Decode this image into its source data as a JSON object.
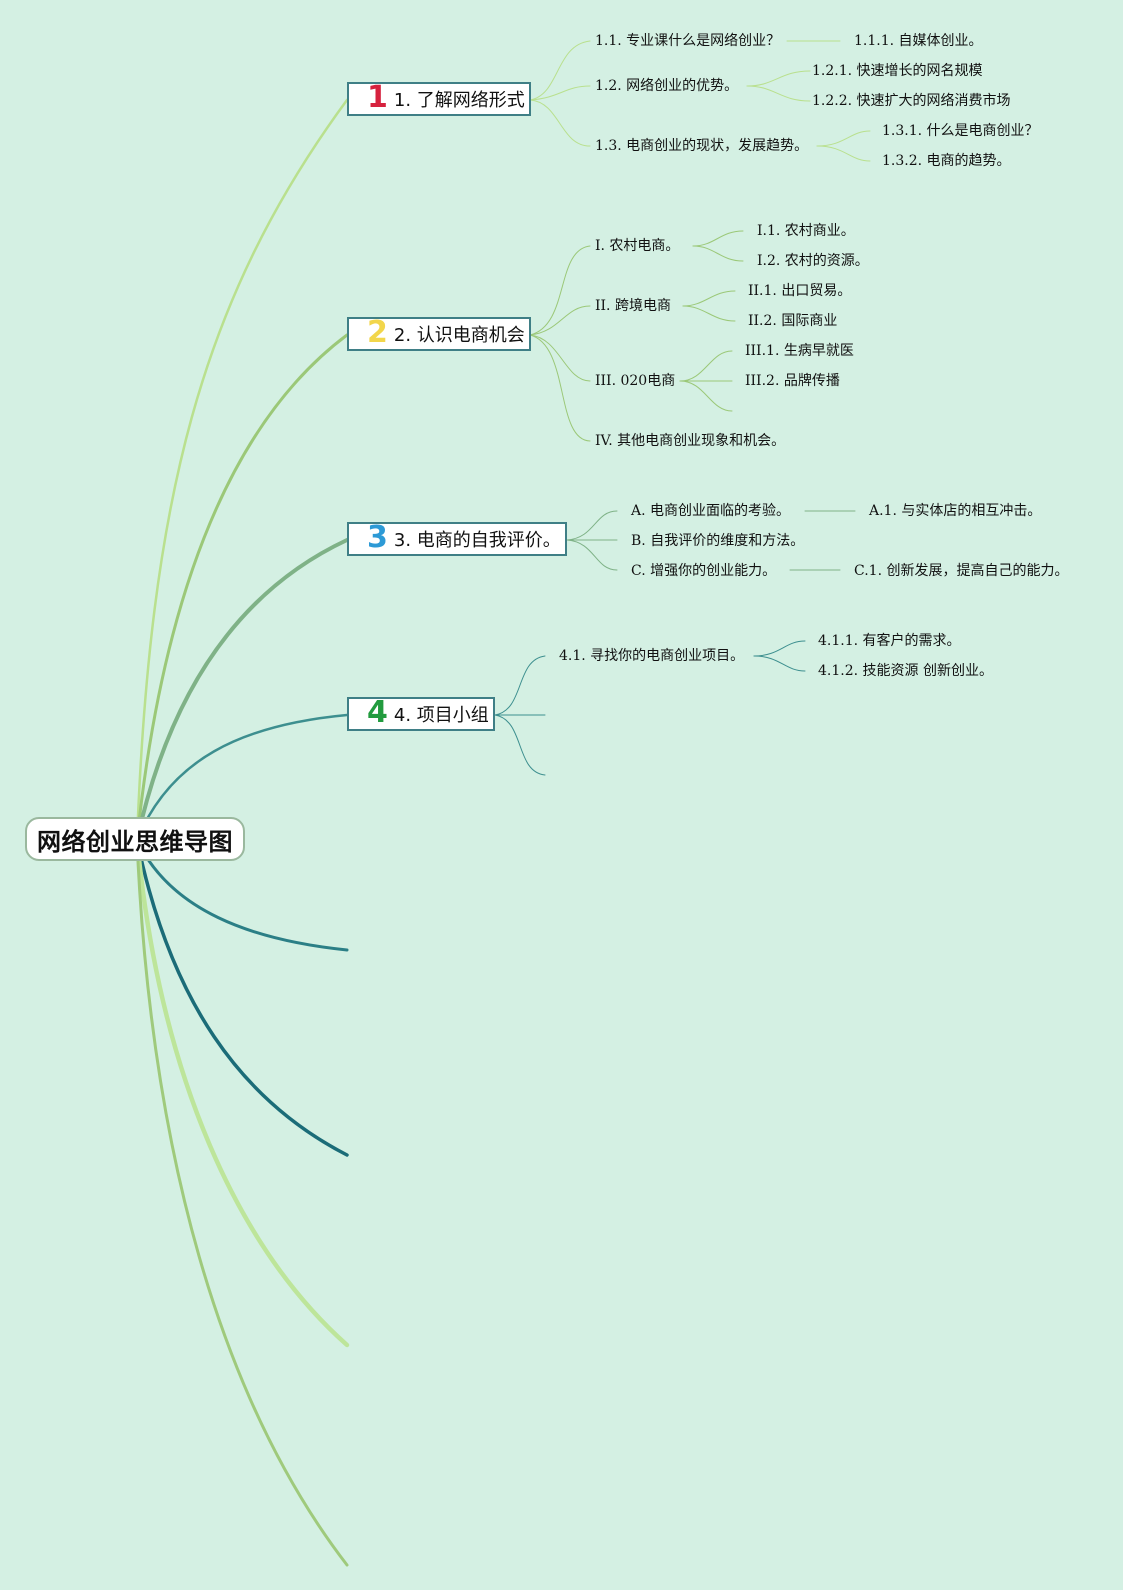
{
  "root": "网络创业思维导图",
  "colors": {
    "background": "#d4f0e3",
    "branch_1": "#b9e08e",
    "branch_2": "#9bc878",
    "branch_3": "#7fb287",
    "branch_4": "#3d8f8f",
    "branch_5": "#2b7f86",
    "branch_6": "#1b6c78",
    "branch_7": "#bde59a",
    "branch_8": "#9fca7c",
    "num_1": "#d6223e",
    "num_2": "#f2d64b",
    "num_3": "#2d9ad6",
    "num_4": "#229b3e"
  },
  "topics": [
    {
      "num": "1",
      "label": "1. 了解网络形式",
      "children": [
        {
          "label": "1.1. 专业课什么是网络创业？",
          "children": [
            "1.1.1. 自媒体创业。"
          ]
        },
        {
          "label": "1.2. 网络创业的优势。",
          "children": [
            "1.2.1. 快速增长的网名规模",
            "1.2.2. 快速扩大的网络消费市场"
          ]
        },
        {
          "label": "1.3. 电商创业的现状，发展趋势。",
          "children": [
            "1.3.1. 什么是电商创业？",
            "1.3.2. 电商的趋势。"
          ]
        }
      ]
    },
    {
      "num": "2",
      "label": "2. 认识电商机会",
      "children": [
        {
          "label": "I. 农村电商。",
          "children": [
            "I.1. 农村商业。",
            "I.2. 农村的资源。"
          ]
        },
        {
          "label": "II. 跨境电商",
          "children": [
            "II.1. 出口贸易。",
            "II.2. 国际商业"
          ]
        },
        {
          "label": "III. 020电商",
          "children": [
            "III.1. 生病早就医",
            "III.2. 品牌传播"
          ]
        },
        {
          "label": "IV. 其他电商创业现象和机会。",
          "children": []
        }
      ]
    },
    {
      "num": "3",
      "label": "3. 电商的自我评价。",
      "children": [
        {
          "label": "A. 电商创业面临的考验。",
          "children": [
            "A.1. 与实体店的相互冲击。"
          ]
        },
        {
          "label": "B. 自我评价的维度和方法。",
          "children": []
        },
        {
          "label": "C. 增强你的创业能力。",
          "children": [
            "C.1. 创新发展，提高自己的能力。"
          ]
        }
      ]
    },
    {
      "num": "4",
      "label": "4. 项目小组",
      "children": [
        {
          "label": "4.1. 寻找你的电商创业项目。",
          "children": [
            "4.1.1. 有客户的需求。",
            "4.1.2. 技能资源 创新创业。"
          ]
        }
      ]
    }
  ]
}
